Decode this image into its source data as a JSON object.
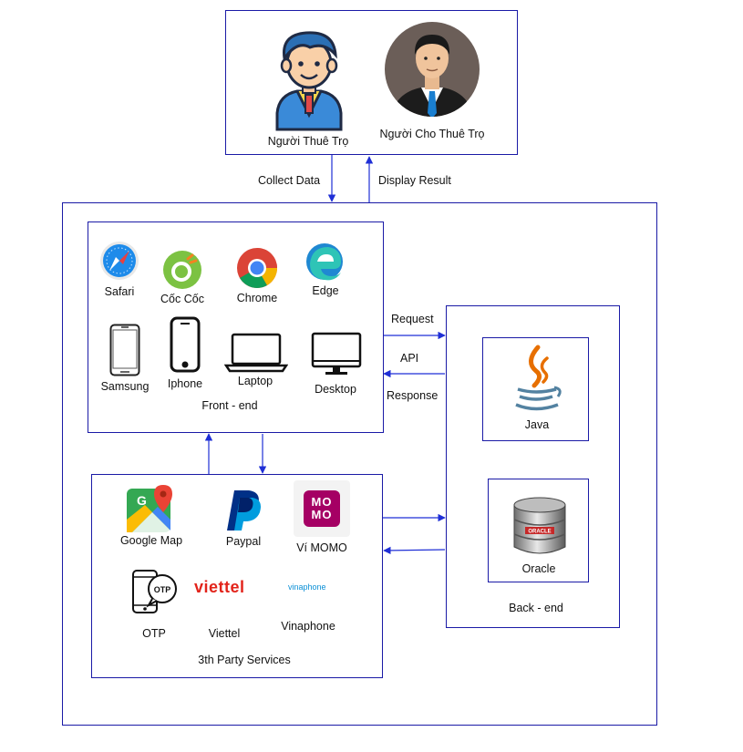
{
  "users": {
    "tenant": "Người Thuê Trọ",
    "landlord": "Người Cho Thuê Trọ"
  },
  "flows": {
    "collect": "Collect Data",
    "display": "Display Result",
    "request": "Request",
    "api": "API",
    "response": "Response"
  },
  "frontend": {
    "title": "Front - end",
    "items": [
      "Safari",
      "Cốc Cốc",
      "Chrome",
      "Edge",
      "Samsung",
      "Iphone",
      "Laptop",
      "Desktop"
    ]
  },
  "third_party": {
    "title": "3th Party Services",
    "items": [
      "Google Map",
      "Paypal",
      "Ví MOMO",
      "OTP",
      "Viettel",
      "Vinaphone"
    ],
    "logo_text": {
      "otp": "OTP",
      "viettel": "viettel",
      "vinaphone": "vinaphone",
      "momo_top": "MO",
      "momo_bottom": "MO"
    }
  },
  "backend": {
    "title": "Back - end",
    "java": "Java",
    "oracle": "Oracle",
    "oracle_logo": "ORACLE"
  },
  "colors": {
    "border": "#1a1aa6",
    "arrow": "#1f2fd6",
    "momo": "#a50064",
    "viettel": "#e2231a",
    "vinaphone": "#0a8fd6"
  }
}
